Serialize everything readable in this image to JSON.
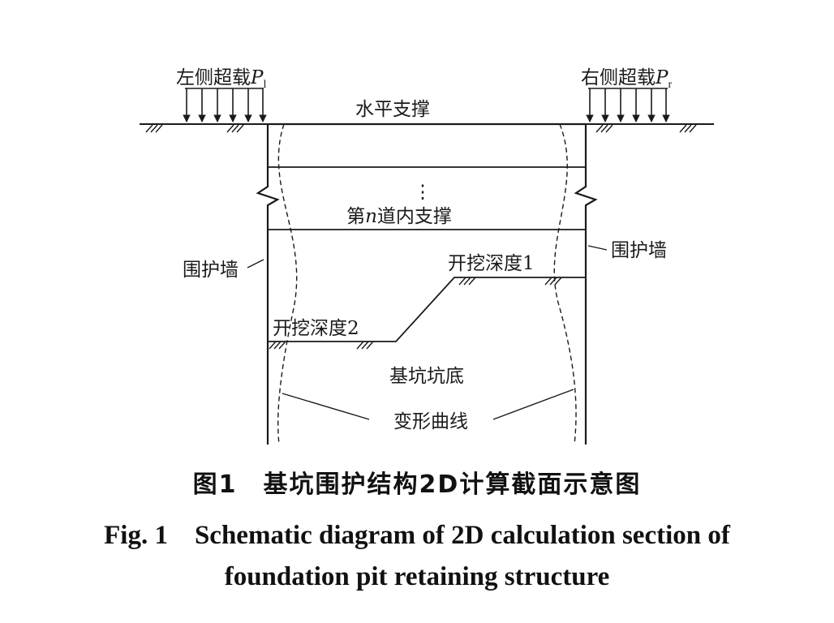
{
  "labels": {
    "left_surcharge": "左侧超载",
    "left_surcharge_symbol": "P",
    "left_surcharge_subscript": "l",
    "right_surcharge": "右侧超载",
    "right_surcharge_symbol": "P",
    "right_surcharge_subscript": "r",
    "horizontal_strut": "水平支撑",
    "vertical_ellipsis": "⋮",
    "nth_strut_prefix": "第",
    "nth_strut_n": "n",
    "nth_strut_suffix": "道内支撑",
    "retaining_wall_left": "围护墙",
    "retaining_wall_right": "围护墙",
    "excavation_depth_1": "开挖深度1",
    "excavation_depth_2": "开挖深度2",
    "pit_bottom": "基坑坑底",
    "deformation_curve": "变形曲线"
  },
  "caption": {
    "chinese": "图1　基坑围护结构2D计算截面示意图",
    "english_line1": "Fig. 1　Schematic diagram of 2D calculation section of",
    "english_line2": "foundation pit retaining structure"
  }
}
